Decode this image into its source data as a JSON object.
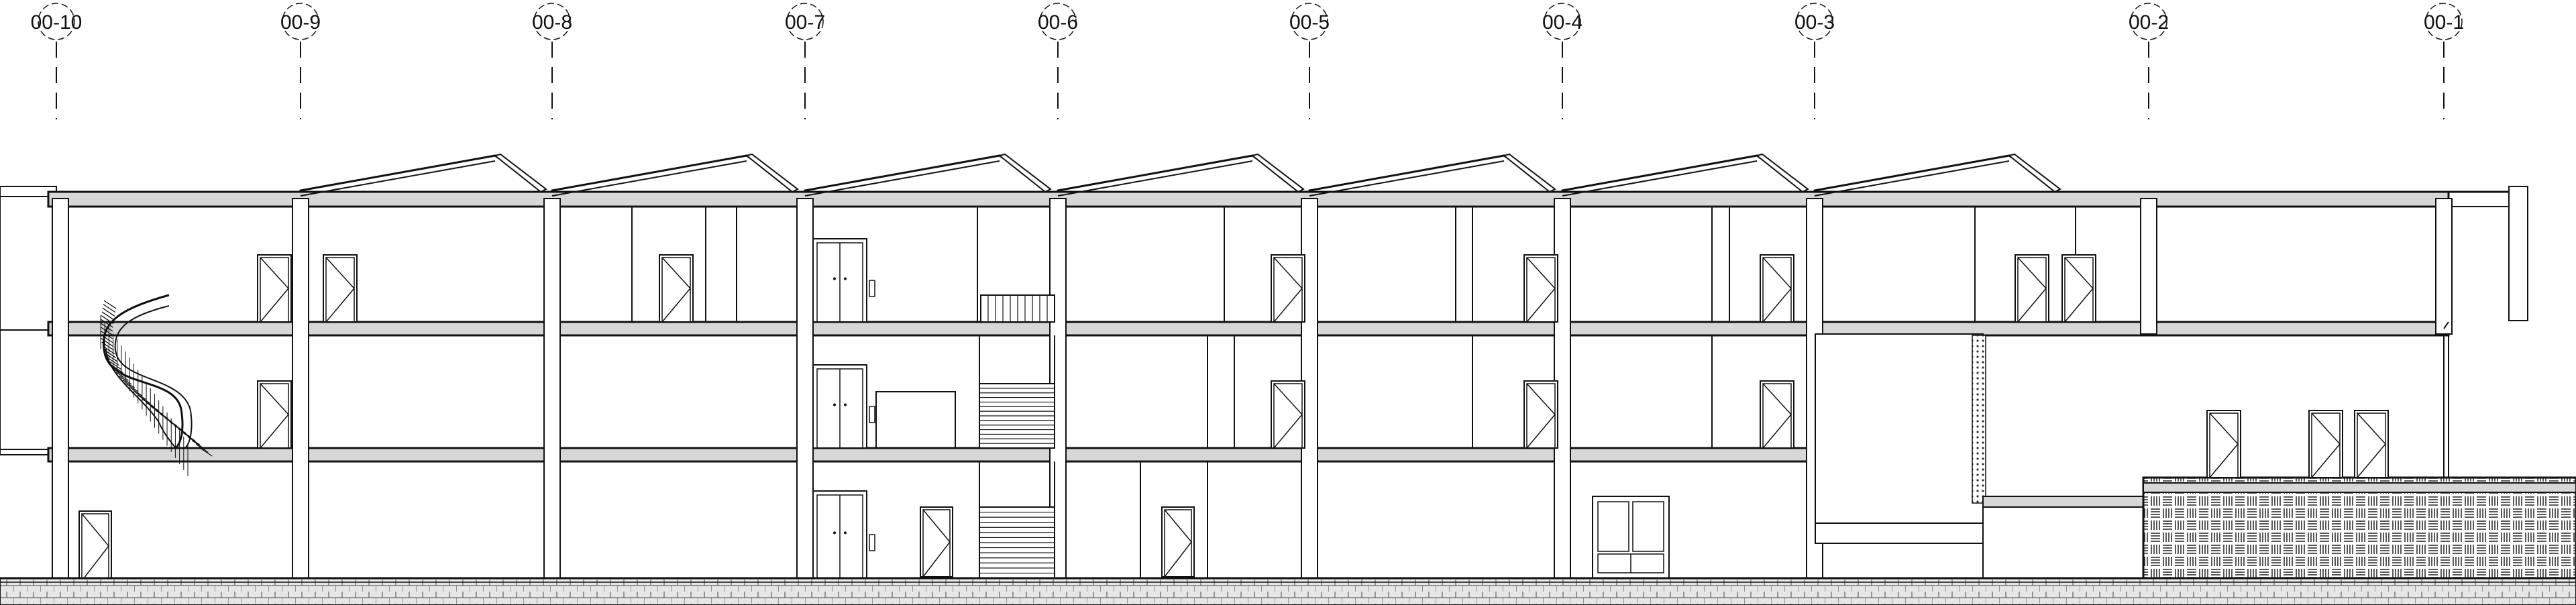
{
  "drawing": {
    "type": "building section elevation",
    "grid_lines": [
      {
        "label": "00-10"
      },
      {
        "label": "00-9"
      },
      {
        "label": "00-8"
      },
      {
        "label": "00-7"
      },
      {
        "label": "00-6"
      },
      {
        "label": "00-5"
      },
      {
        "label": "00-4"
      },
      {
        "label": "00-3"
      },
      {
        "label": "00-2"
      },
      {
        "label": "00-1"
      }
    ],
    "levels": 3,
    "colors": {
      "line": "#111111",
      "slab_fill": "#d7d7d7",
      "ground_fill": "#e6e6e6",
      "paper": "#ffffff"
    }
  }
}
